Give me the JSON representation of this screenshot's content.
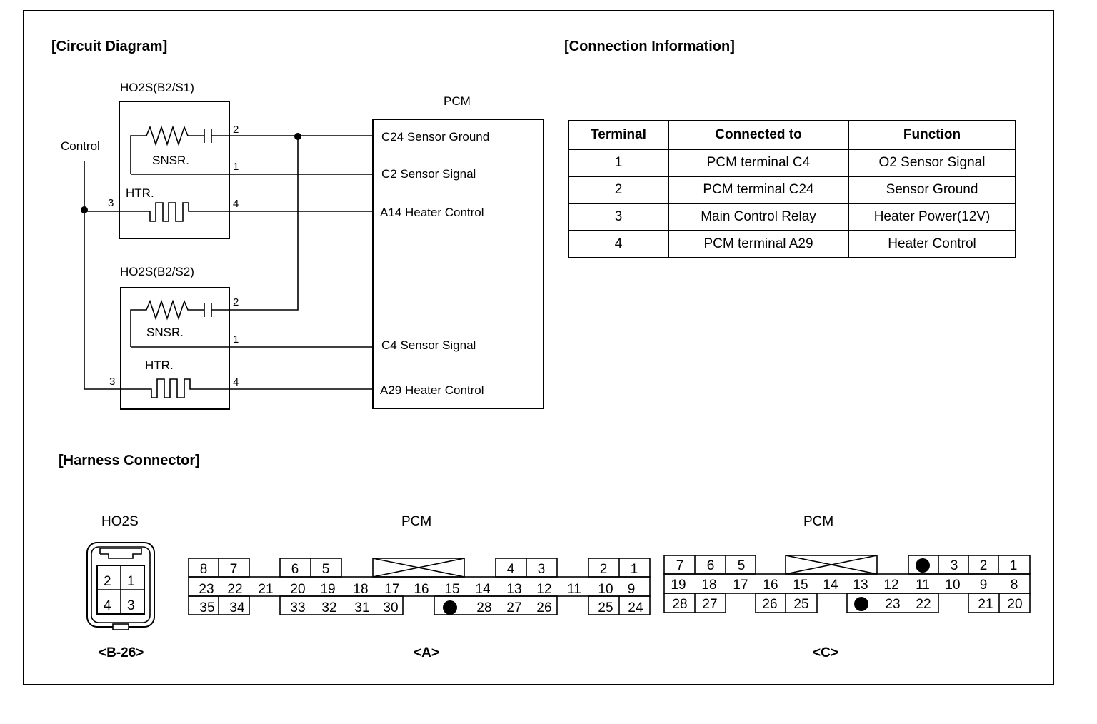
{
  "headings": {
    "circuit": "[Circuit Diagram]",
    "connection": "[Connection Information]",
    "harness": "[Harness Connector]"
  },
  "circuit": {
    "sensor1_title": "HO2S(B2/S1)",
    "sensor2_title": "HO2S(B2/S2)",
    "control_label": "Control",
    "pcm_title": "PCM",
    "snsr_label": "SNSR.",
    "htr_label": "HTR.",
    "pin_1": "1",
    "pin_2": "2",
    "pin_3": "3",
    "pin_4": "4",
    "pcm_pins": [
      "C24 Sensor Ground",
      "C2 Sensor Signal",
      "A14 Heater Control",
      "C4 Sensor Signal",
      "A29 Heater Control"
    ]
  },
  "connection_table": {
    "headers": [
      "Terminal",
      "Connected to",
      "Function"
    ],
    "rows": [
      [
        "1",
        "PCM terminal C4",
        "O2 Sensor Signal"
      ],
      [
        "2",
        "PCM terminal C24",
        "Sensor Ground"
      ],
      [
        "3",
        "Main Control Relay",
        "Heater Power(12V)"
      ],
      [
        "4",
        "PCM terminal A29",
        "Heater Control"
      ]
    ]
  },
  "harness": {
    "ho2s": {
      "title": "HO2S",
      "tag": "<B-26>",
      "pins": [
        [
          "2",
          "1"
        ],
        [
          "4",
          "3"
        ]
      ]
    },
    "pcm_a": {
      "title": "PCM",
      "tag": "<A>",
      "rows": [
        [
          "8",
          "7",
          "",
          "",
          "6",
          "5",
          "",
          "",
          "",
          "",
          "",
          "",
          "",
          "4",
          "3",
          "",
          "",
          "2",
          "1"
        ],
        [
          "23",
          "22",
          "21",
          "20",
          "19",
          "18",
          "17",
          "16",
          "15",
          "14",
          "13",
          "12",
          "11",
          "10",
          "9"
        ],
        [
          "35",
          "34",
          "",
          "33",
          "32",
          "31",
          "30",
          "",
          "●",
          "28",
          "27",
          "26",
          "",
          "25",
          "24"
        ]
      ]
    },
    "pcm_c": {
      "title": "PCM",
      "tag": "<C>",
      "rows": [
        [
          "7",
          "6",
          "5",
          "",
          "",
          "",
          "",
          "",
          "●",
          "3",
          "2",
          "1"
        ],
        [
          "19",
          "18",
          "17",
          "16",
          "15",
          "14",
          "13",
          "12",
          "11",
          "10",
          "9",
          "8"
        ],
        [
          "28",
          "27",
          "",
          "26",
          "25",
          "",
          "●",
          "23",
          "22",
          "",
          "21",
          "20"
        ]
      ]
    }
  }
}
